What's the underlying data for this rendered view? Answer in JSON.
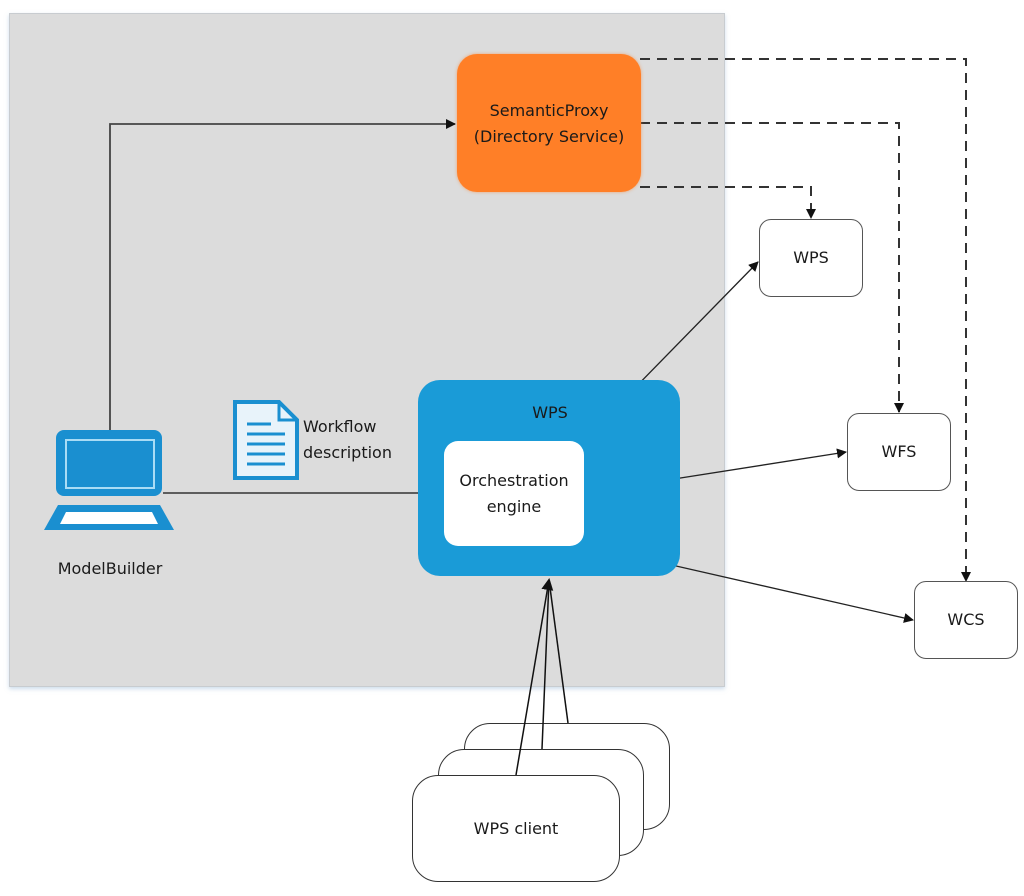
{
  "diagram": {
    "semantic_proxy": {
      "line1": "SemanticProxy",
      "line2": "(Directory Service)"
    },
    "wps_server": {
      "title": "WPS",
      "engine_line1": "Orchestration",
      "engine_line2": "engine"
    },
    "modelbuilder": {
      "label": "ModelBuilder",
      "icon": "laptop-icon"
    },
    "workflow": {
      "line1": "Workflow",
      "line2": "description",
      "icon": "document-icon"
    },
    "services": [
      {
        "label": "WPS"
      },
      {
        "label": "WFS"
      },
      {
        "label": "WCS"
      }
    ],
    "client": {
      "label": "WPS client"
    },
    "colors": {
      "panel": "#dcdcdc",
      "proxy": "#ff7f27",
      "wps": "#1a9bd7",
      "icon": "#1a8fd0"
    },
    "connections": [
      {
        "from": "ModelBuilder",
        "to": "SemanticProxy",
        "style": "solid"
      },
      {
        "from": "ModelBuilder",
        "to": "Orchestration engine",
        "style": "solid"
      },
      {
        "from": "Orchestration engine",
        "to": "WPS",
        "style": "solid"
      },
      {
        "from": "Orchestration engine",
        "to": "WFS",
        "style": "solid"
      },
      {
        "from": "Orchestration engine",
        "to": "WCS",
        "style": "solid"
      },
      {
        "from": "SemanticProxy",
        "to": "WPS",
        "style": "dashed"
      },
      {
        "from": "SemanticProxy",
        "to": "WFS",
        "style": "dashed"
      },
      {
        "from": "SemanticProxy",
        "to": "WCS",
        "style": "dashed"
      },
      {
        "from": "WPS client",
        "to": "WPS",
        "style": "solid"
      }
    ]
  }
}
